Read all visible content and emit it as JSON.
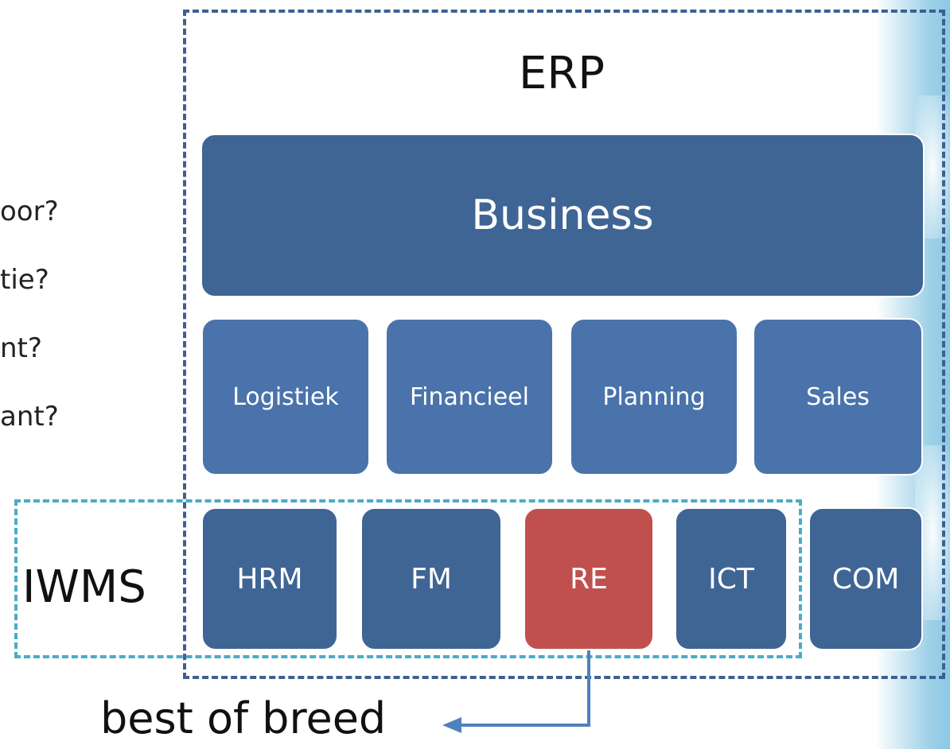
{
  "diagram": {
    "left_lines": [
      "oor?",
      "tie?",
      "nt?",
      "ant?"
    ],
    "erp_label": "ERP",
    "iwms_label": "IWMS",
    "business_label": "Business",
    "modules": [
      {
        "label": "Logistiek"
      },
      {
        "label": "Financieel"
      },
      {
        "label": "Planning"
      },
      {
        "label": "Sales"
      }
    ],
    "sub_modules": [
      {
        "label": "HRM",
        "highlight": false
      },
      {
        "label": "FM",
        "highlight": false
      },
      {
        "label": "RE",
        "highlight": true
      },
      {
        "label": "ICT",
        "highlight": false
      },
      {
        "label": "COM",
        "highlight": false
      }
    ],
    "callout": "best of breed",
    "colors": {
      "dark_blue": "#3f6595",
      "mid_blue": "#4a73ab",
      "red": "#c0504d",
      "erp_dash": "#3d6090",
      "iwms_dash": "#4bacc6",
      "arrow": "#4f81bd"
    }
  }
}
